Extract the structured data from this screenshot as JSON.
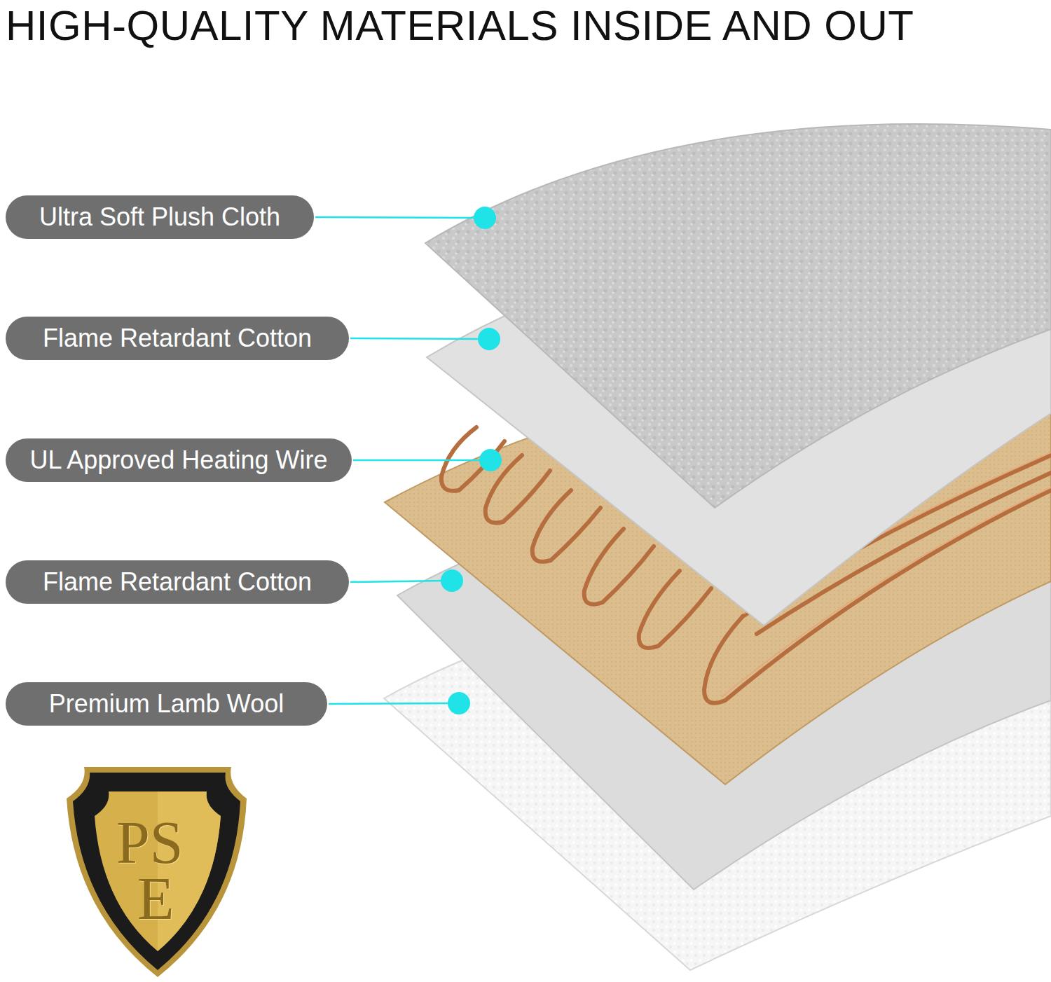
{
  "diagram": {
    "title": "HIGH-QUALITY MATERIALS INSIDE AND OUT",
    "nodes": [
      {
        "text": [
          "Ultra Soft Plush Cloth"
        ]
      },
      {
        "text": [
          "Flame Retardant Cotton"
        ]
      },
      {
        "text": [
          "UL Approved Heating Wire"
        ]
      },
      {
        "text": [
          "Flame Retardant Cotton"
        ]
      },
      {
        "text": [
          "Premium Lamb Wool"
        ]
      }
    ],
    "edges": [],
    "labels": [
      "PS",
      "E"
    ]
  }
}
